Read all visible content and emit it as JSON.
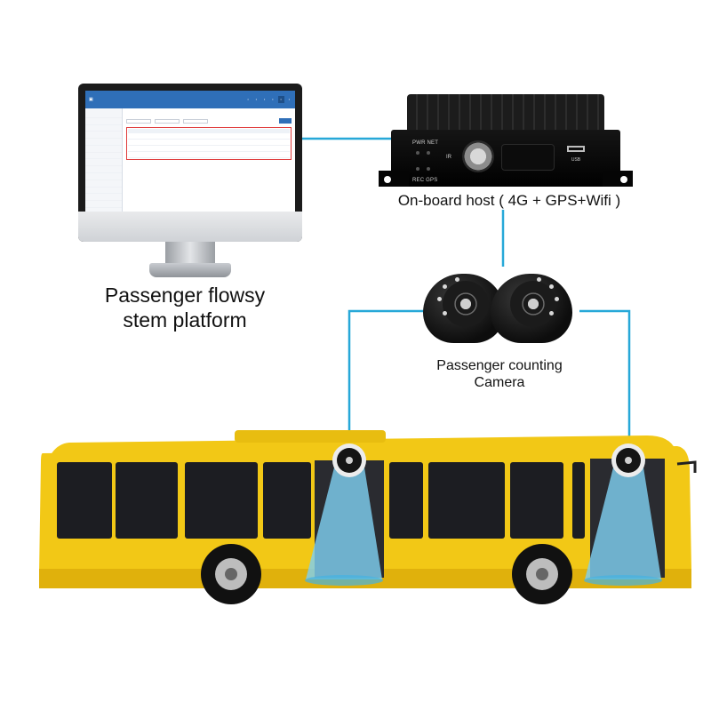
{
  "labels": {
    "platform": "Passenger flowsy stem platform",
    "host": "On-board host ( 4G + GPS+Wifi )",
    "camera": "Passenger counting Camera"
  },
  "dvr": {
    "led_row1": "PWR NET",
    "led_row2": "REC GPS",
    "ir": "IR",
    "usb": "USB"
  },
  "colors": {
    "connector": "#27a8d8",
    "bus_body": "#f2c816",
    "beam": "#7fcff0",
    "screen_header": "#2f6fb8",
    "highlight": "#e03a3a"
  },
  "icons": {
    "lock": "lock-icon",
    "usb": "usb-icon"
  }
}
